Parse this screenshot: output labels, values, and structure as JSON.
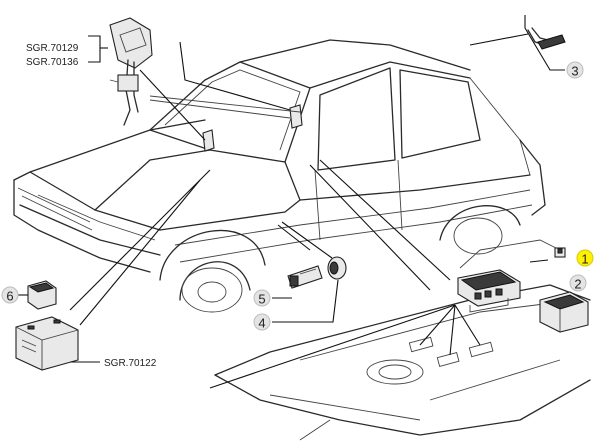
{
  "references": {
    "ref_1": "SGR.70129",
    "ref_2": "SGR.70136",
    "ref_3": "SGR.70122"
  },
  "callouts": [
    {
      "number": "1",
      "highlighted": true
    },
    {
      "number": "2",
      "highlighted": false
    },
    {
      "number": "3",
      "highlighted": false
    },
    {
      "number": "4",
      "highlighted": false
    },
    {
      "number": "5",
      "highlighted": false
    },
    {
      "number": "6",
      "highlighted": false
    }
  ],
  "colors": {
    "highlight_callout": "#fff200",
    "callout_fill": "#e4e4e4",
    "line": "#2a2a2a"
  }
}
